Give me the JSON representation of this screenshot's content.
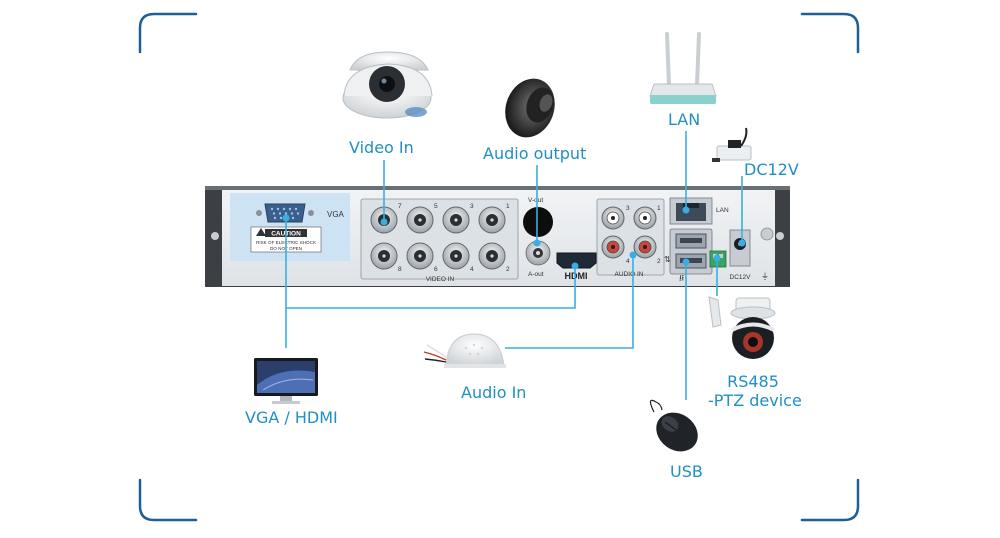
{
  "callouts": {
    "video_in": "Video In",
    "audio_output": "Audio output",
    "lan": "LAN",
    "dc12v": "DC12V",
    "audio_in": "Audio In",
    "vga_hdmi": "VGA / HDMI",
    "rs485_line1": "RS485",
    "rs485_line2": "-PTZ device",
    "usb": "USB"
  },
  "panel": {
    "vga_label": "VGA",
    "caution_title": "CAUTION",
    "caution_line1": "RISK OF ELECTRIC SHOCK",
    "caution_line2": "DO NOT OPEN",
    "video_in_label": "VIDEO IN",
    "bnc_numbers_top": [
      "7",
      "5",
      "3",
      "1"
    ],
    "bnc_numbers_bottom": [
      "8",
      "6",
      "4",
      "2"
    ],
    "vout_label": "V-out",
    "aout_label": "A-out",
    "hdmi_label": "HDMI",
    "audio_in_label": "AUDIO IN",
    "audio_numbers": [
      "3",
      "1",
      "4",
      "2"
    ],
    "lan_label": "LAN",
    "dc_label": "DC12V"
  },
  "colors": {
    "callout_text": "#1f8fc7",
    "connector_line": "#3aaee0",
    "corner_bracket": "#1d5f96",
    "vga_highlight": "#cde3f3",
    "panel": "#e9ecef",
    "chassis": "#3c3f44"
  }
}
